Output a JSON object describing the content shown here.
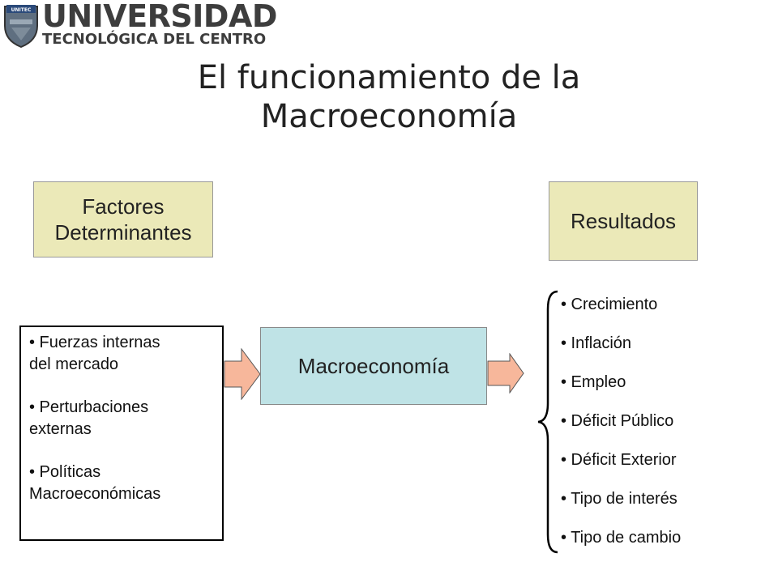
{
  "logo": {
    "badge_text": "UNITEC",
    "line1": "UNIVERSIDAD",
    "line2": "TECNOLÓGICA DEL CENTRO"
  },
  "title": {
    "line1": "El funcionamiento de la",
    "line2": "Macroeconomía"
  },
  "factores_label": {
    "line1": "Factores",
    "line2": "Determinantes"
  },
  "resultados_label": "Resultados",
  "inputs": [
    {
      "line1": "• Fuerzas internas",
      "line2": "del mercado"
    },
    {
      "line1": "• Perturbaciones",
      "line2": "externas"
    },
    {
      "line1": "• Políticas",
      "line2": "Macroeconómicas"
    }
  ],
  "center_box": "Macroeconomía",
  "outcomes": [
    "• Crecimiento",
    "• Inflación",
    "• Empleo",
    "• Déficit Público",
    "• Déficit Exterior",
    "• Tipo de interés",
    "• Tipo de cambio"
  ],
  "colors": {
    "label_box_fill": "#ebe9b8",
    "center_box_fill": "#bfe3e6",
    "arrow_fill": "#f7b79b"
  },
  "icons": {
    "logo_emblem": "shield-emblem-icon",
    "connector": "right-arrow-icon",
    "grouping": "curly-brace-icon"
  }
}
